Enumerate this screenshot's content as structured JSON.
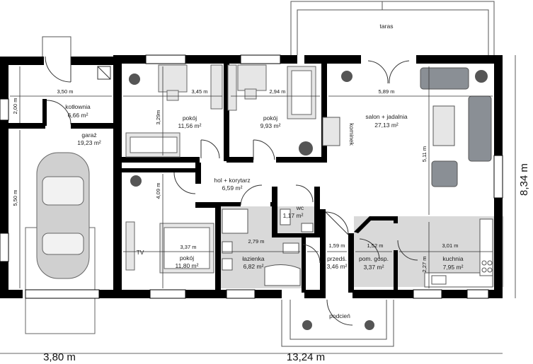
{
  "rooms": {
    "kotlownia": {
      "name": "kotłownia",
      "area": "6,66 m²"
    },
    "garaz": {
      "name": "garaż",
      "area": "19,23 m²"
    },
    "pokoj1": {
      "name": "pokój",
      "area": "11,56 m²"
    },
    "pokoj2": {
      "name": "pokój",
      "area": "9,93 m²"
    },
    "salon": {
      "name": "salon + jadalnia",
      "area": "27,13 m²"
    },
    "hol": {
      "name": "hol + korytarz",
      "area": "6,59 m²"
    },
    "wc": {
      "name": "wc",
      "area": "1,17 m²"
    },
    "pokoj3": {
      "name": "pokój",
      "area": "11,80 m²"
    },
    "lazienka": {
      "name": "łazienka",
      "area": "6,82 m²"
    },
    "przedsionek": {
      "name": "przedś.",
      "area": "3,46 m²"
    },
    "pom_gosp": {
      "name": "pom. gosp.",
      "area": "3,37 m²"
    },
    "kuchnia": {
      "name": "kuchnia",
      "area": "7,95 m²"
    }
  },
  "labels": {
    "taras": "taras",
    "podcien": "podcień",
    "kominek": "kominek",
    "tv": "TV"
  },
  "dimensions": {
    "d_350": "3,50 m",
    "d_345": "3,45 m",
    "d_294": "2,94 m",
    "d_589": "5,89 m",
    "d_200": "2,00 m",
    "d_329": "3,29m",
    "d_550": "5,50 m",
    "d_409": "4,09 m",
    "d_511": "5,11 m",
    "d_337": "3,37 m",
    "d_279": "2,79 m",
    "d_159": "1,59 m",
    "d_152": "1,52 m",
    "d_301": "3,01 m",
    "d_227": "2,27 m",
    "total_width_left": "3,80 m",
    "total_width_right": "13,24 m",
    "total_height": "8,34 m"
  },
  "colors": {
    "wall": "#000000",
    "floor_tile": "#d9d9d9",
    "furniture": "#e6e6e6",
    "sofa": "#8a8f95",
    "line": "#555555"
  }
}
